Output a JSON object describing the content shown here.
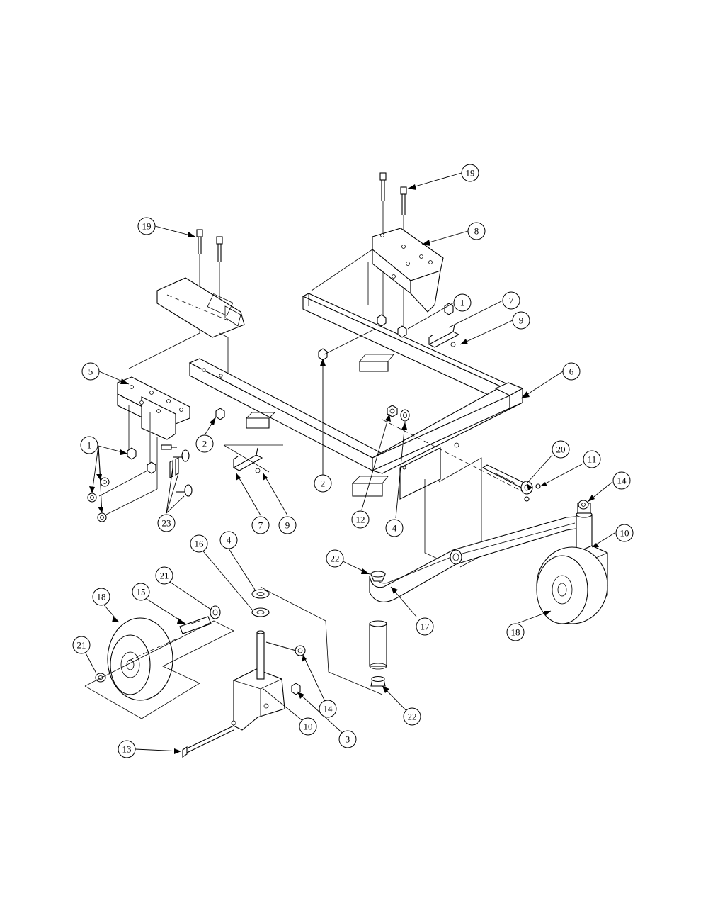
{
  "callouts": [
    {
      "id": "c19a",
      "label": "19"
    },
    {
      "id": "c19b",
      "label": "19"
    },
    {
      "id": "c8",
      "label": "8"
    },
    {
      "id": "c1a",
      "label": "1"
    },
    {
      "id": "c7a",
      "label": "7"
    },
    {
      "id": "c9a",
      "label": "9"
    },
    {
      "id": "c5",
      "label": "5"
    },
    {
      "id": "c6",
      "label": "6"
    },
    {
      "id": "c1b",
      "label": "1"
    },
    {
      "id": "c2a",
      "label": "2"
    },
    {
      "id": "c2b",
      "label": "2"
    },
    {
      "id": "c20",
      "label": "20"
    },
    {
      "id": "c11",
      "label": "11"
    },
    {
      "id": "c14a",
      "label": "14"
    },
    {
      "id": "c23",
      "label": "23"
    },
    {
      "id": "c7b",
      "label": "7"
    },
    {
      "id": "c9b",
      "label": "9"
    },
    {
      "id": "c12",
      "label": "12"
    },
    {
      "id": "c4a",
      "label": "4"
    },
    {
      "id": "c10a",
      "label": "10"
    },
    {
      "id": "c4b",
      "label": "4"
    },
    {
      "id": "c16",
      "label": "16"
    },
    {
      "id": "c22a",
      "label": "22"
    },
    {
      "id": "c21a",
      "label": "21"
    },
    {
      "id": "c18a",
      "label": "18"
    },
    {
      "id": "c15",
      "label": "15"
    },
    {
      "id": "c17",
      "label": "17"
    },
    {
      "id": "c18b",
      "label": "18"
    },
    {
      "id": "c21b",
      "label": "21"
    },
    {
      "id": "c14b",
      "label": "14"
    },
    {
      "id": "c10b",
      "label": "10"
    },
    {
      "id": "c3",
      "label": "3"
    },
    {
      "id": "c22b",
      "label": "22"
    },
    {
      "id": "c13",
      "label": "13"
    }
  ]
}
